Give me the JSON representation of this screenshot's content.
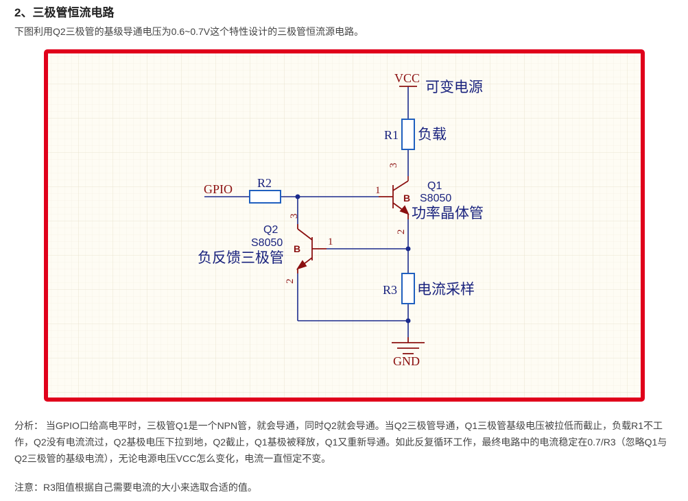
{
  "article": {
    "heading": "2、三极管恒流电路",
    "intro": "下图利用Q2三极管的基级导通电压为0.6~0.7V这个特性设计的三极管恒流源电路。",
    "analysis": "分析： 当GPIO口给高电平时，三极管Q1是一个NPN管，就会导通，同时Q2就会导通。当Q2三极管导通，Q1三极管基级电压被拉低而截止，负载R1不工作，Q2没有电流流过，Q2基极电压下拉到地，Q2截止，Q1基极被释放，Q1又重新导通。如此反复循环工作，最终电路中的电流稳定在0.7/R3（忽略Q1与Q2三极管的基级电流），无论电源电压VCC怎么变化，电流一直恒定不变。",
    "note": "注意：R3阻值根据自己需要电流的大小来选取合适的值。"
  },
  "schematic": {
    "vcc": "VCC",
    "vcc_desc": "可变电源",
    "r1": "R1",
    "r1_desc": "负载",
    "gpio": "GPIO",
    "r2": "R2",
    "q1": "Q1",
    "q1_part": "S8050",
    "q1_desc": "功率晶体管",
    "q2": "Q2",
    "q2_part": "S8050",
    "q2_desc": "负反馈三极管",
    "r3": "R3",
    "r3_desc": "电流采样",
    "gnd": "GND",
    "pin1": "1",
    "pin2": "2",
    "pin3": "3",
    "pin_b": "B"
  },
  "colors": {
    "frame": "#e0001b",
    "schematic_bg": "#fefcf4",
    "grid": "#ece7d6",
    "wire": "#1a2a8c",
    "component": "#8b1010",
    "resistor_body": "#1f5fbf",
    "label_blue": "#1a237e"
  }
}
